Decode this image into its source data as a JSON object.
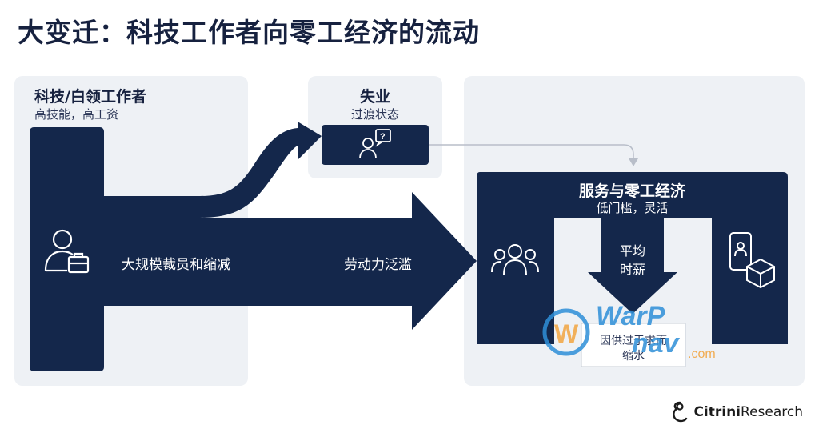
{
  "title": "大变迁：科技工作者向零工经济的流动",
  "left_panel": {
    "heading": "科技/白领工作者",
    "subheading": "高技能，高工资"
  },
  "middle_panel": {
    "heading": "失业",
    "subheading": "过渡状态"
  },
  "right_panel": {
    "heading": "服务与零工经济",
    "subheading": "低门槛，灵活",
    "down_arrow_label_line1": "平均",
    "down_arrow_label_line2": "时薪",
    "note_line1": "因供过于求而",
    "note_line2": "缩水"
  },
  "flows": {
    "main_flow_label_1": "大规模裁员和缩减",
    "main_flow_label_2": "劳动力泛滥"
  },
  "watermark": {
    "line1": "WarP",
    "line2": "nav",
    "suffix": ".com"
  },
  "brand": {
    "bold": "Citrini",
    "regular": "Research"
  },
  "colors": {
    "navy": "#14274b",
    "panel": "#eef1f5",
    "connector": "#b8bec9",
    "watermark_blue": "#2e8fd8",
    "watermark_orange": "#f2a541"
  },
  "icons": [
    "worker-briefcase-icon",
    "person-question-icon",
    "group-people-icon",
    "phone-person-icon",
    "package-box-icon",
    "citrini-logo-icon"
  ]
}
